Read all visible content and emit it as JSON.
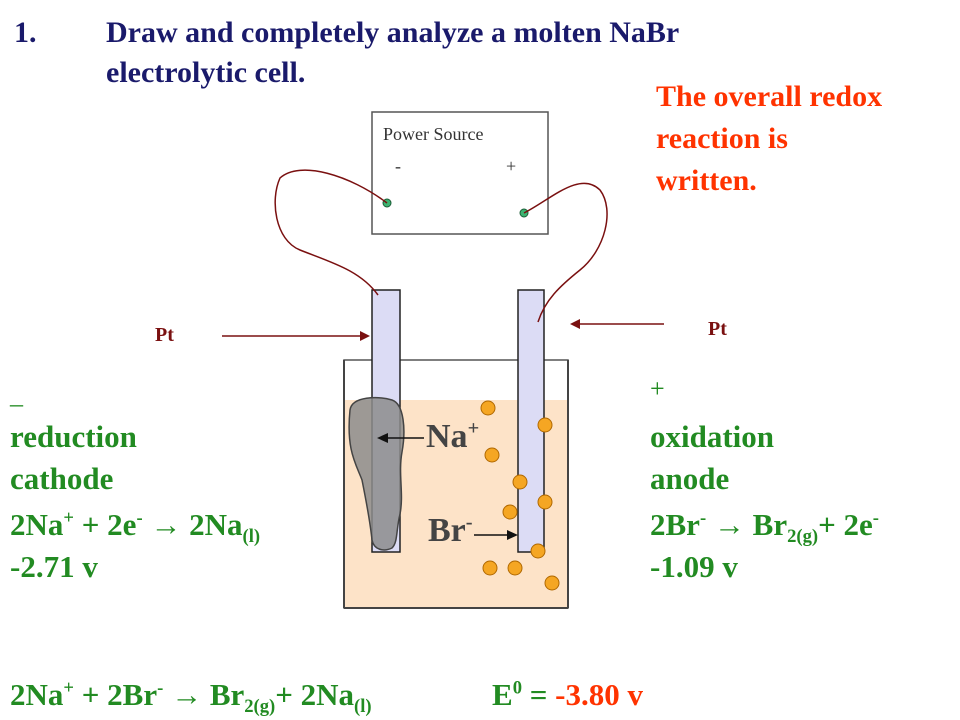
{
  "title": {
    "number": "1.",
    "line1": "Draw and completely analyze a molten NaBr",
    "line2": "electrolytic cell."
  },
  "note": {
    "line1": "The overall redox",
    "line2": "reaction is",
    "line3": "written."
  },
  "power_source": {
    "label": "Power Source",
    "minus": "-",
    "plus": "+"
  },
  "electrodes": {
    "left_label": "Pt",
    "right_label": "Pt"
  },
  "ions": {
    "cation": "Na",
    "cation_charge": "+",
    "anion": "Br",
    "anion_charge": "-"
  },
  "cathode": {
    "sign": "_",
    "process": "reduction",
    "name": "cathode",
    "eq_a": "2Na",
    "eq_a_sup": "+",
    "eq_b": " + 2e",
    "eq_b_sup": "-",
    "eq_arrow": " → 2Na",
    "eq_sub": "(l)",
    "potential": "-2.71 v"
  },
  "anode": {
    "sign": "+",
    "process": "oxidation",
    "name": "anode",
    "eq_a": "2Br",
    "eq_a_sup": "-",
    "eq_arrow": " → Br",
    "eq_sub": "2(g)",
    "eq_c": "+ 2e",
    "eq_c_sup": "-",
    "potential": "-1.09 v"
  },
  "overall": {
    "a": "2Na",
    "a_sup": "+",
    "b": " + 2Br",
    "b_sup": "-",
    "c": " → Br",
    "c_sub": "2(g)",
    "d": "+ 2Na",
    "d_sub": "(l)",
    "e_label": "E",
    "e_sup": "0",
    "eq_sign": " = ",
    "e_value": "-3.80 v"
  },
  "colors": {
    "title": "#1a1a6b",
    "note": "#ff3300",
    "analysis": "#228b22",
    "electrolyte": "#fde3c8",
    "electrode": "#dcdcf5",
    "sodium": "#8c8c8c",
    "bubble": "#f5a623",
    "wire": "#7a1010"
  }
}
